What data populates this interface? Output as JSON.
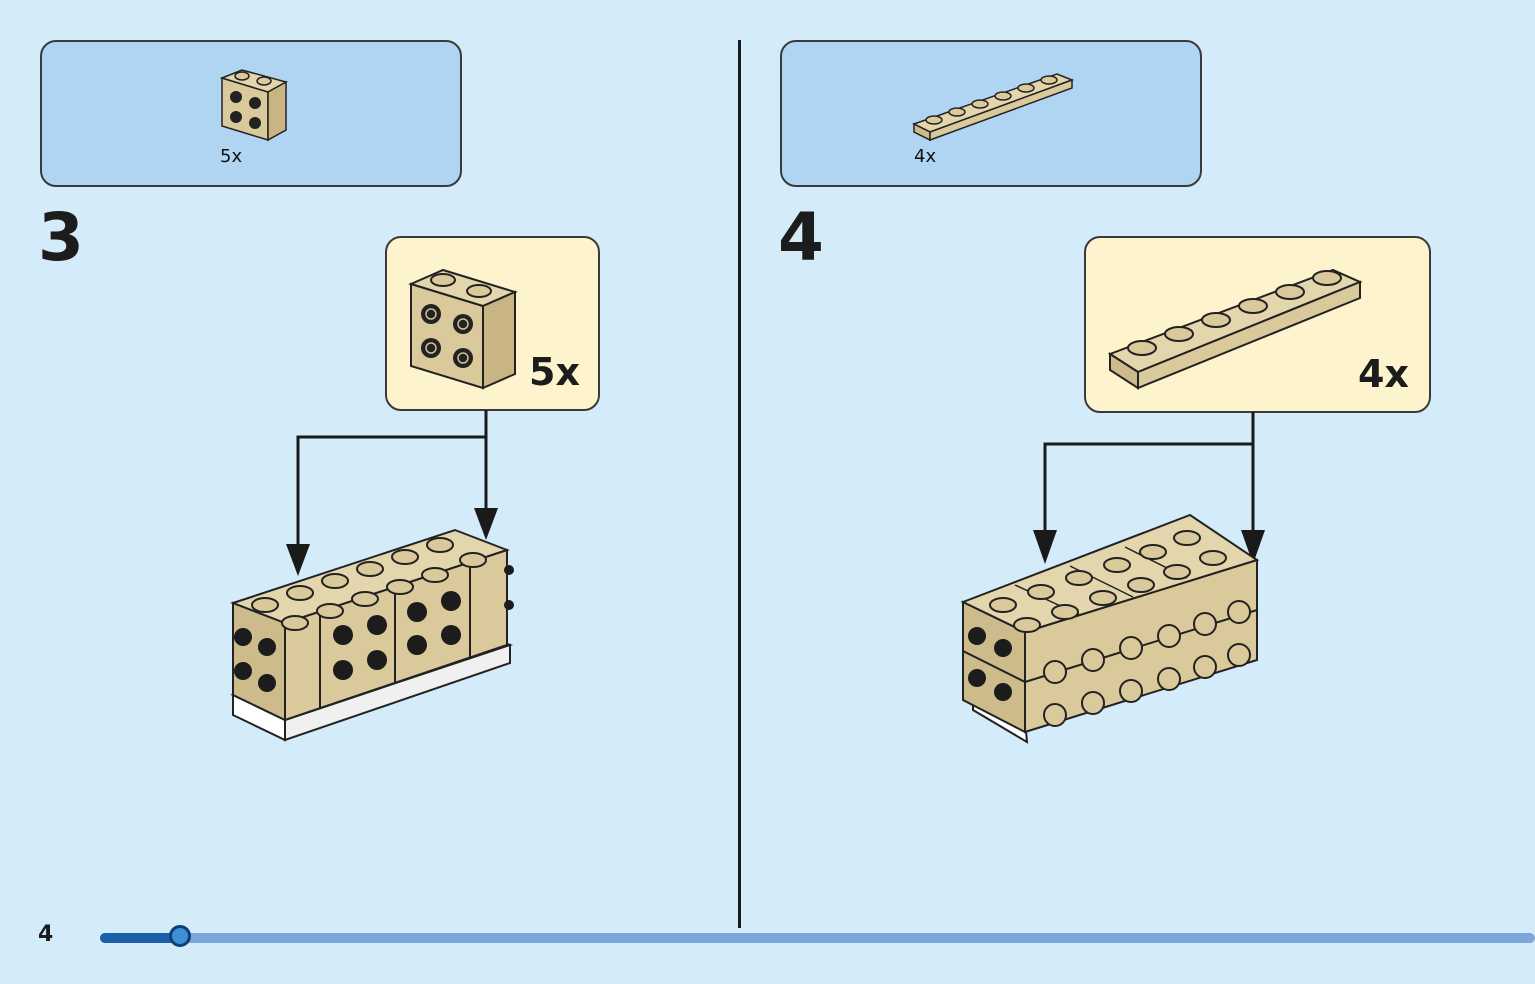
{
  "page_number": "4",
  "progress": {
    "fraction": 0.056
  },
  "colors": {
    "background": "#d4ebf9",
    "parts_box": "#afd5f3",
    "callout": "#fdf3cc",
    "brick": "#dac99a",
    "progress_fill": "#1a5fa8",
    "progress_track": "#7da7da"
  },
  "steps": [
    {
      "number": "3",
      "parts_count": "5x",
      "callout_count": "5x",
      "part": "brick-1x2x2-with-studs-on-side"
    },
    {
      "number": "4",
      "parts_count": "4x",
      "callout_count": "4x",
      "part": "plate-1x6"
    }
  ]
}
